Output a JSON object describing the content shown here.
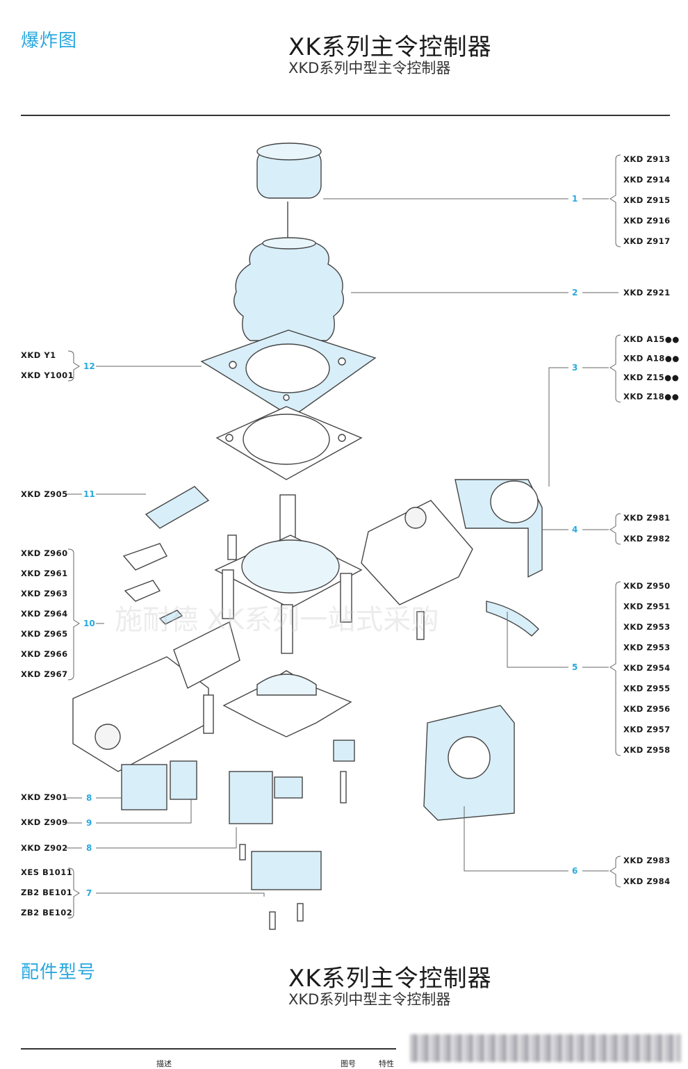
{
  "header": {
    "corner_label": "爆炸图",
    "title": "XK系列主令控制器",
    "subtitle": "XKD系列中型主令控制器"
  },
  "footer": {
    "corner_label": "配件型号",
    "title": "XK系列主令控制器",
    "subtitle": "XKD系列中型主令控制器",
    "table_headers": [
      "描述",
      "图号",
      "特性"
    ]
  },
  "watermark": "施耐德 XK系列一站式采购",
  "colors": {
    "accent": "#29a8df",
    "line": "#444444",
    "part_fill": "#d8eef8"
  },
  "callouts": {
    "right": [
      {
        "number": "1",
        "codes": [
          "XKD Z913",
          "XKD Z914",
          "XKD Z915",
          "XKD Z916",
          "XKD Z917"
        ]
      },
      {
        "number": "2",
        "codes": [
          "XKD Z921"
        ]
      },
      {
        "number": "3",
        "codes": [
          "XKD A15●●",
          "XKD A18●●",
          "XKD Z15●●",
          "XKD Z18●●"
        ]
      },
      {
        "number": "4",
        "codes": [
          "XKD Z981",
          "XKD Z982"
        ]
      },
      {
        "number": "5",
        "codes": [
          "XKD Z950",
          "XKD Z951",
          "XKD Z953",
          "XKD Z953",
          "XKD Z954",
          "XKD Z955",
          "XKD Z956",
          "XKD Z957",
          "XKD Z958"
        ]
      },
      {
        "number": "6",
        "codes": [
          "XKD Z983",
          "XKD Z984"
        ]
      }
    ],
    "left": [
      {
        "number": "12",
        "codes": [
          "XKD Y1",
          "XKD Y1001"
        ]
      },
      {
        "number": "11",
        "codes": [
          "XKD Z905"
        ]
      },
      {
        "number": "10",
        "codes": [
          "XKD Z960",
          "XKD Z961",
          "XKD Z963",
          "XKD Z964",
          "XKD Z965",
          "XKD Z966",
          "XKD Z967"
        ]
      },
      {
        "number": "8",
        "codes": [
          "XKD Z901"
        ]
      },
      {
        "number": "9",
        "codes": [
          "XKD Z909"
        ]
      },
      {
        "number": "8",
        "codes": [
          "XKD Z902"
        ]
      },
      {
        "number": "7",
        "codes": [
          "XES B1011",
          "ZB2 BE101",
          "ZB2 BE102"
        ]
      }
    ]
  }
}
